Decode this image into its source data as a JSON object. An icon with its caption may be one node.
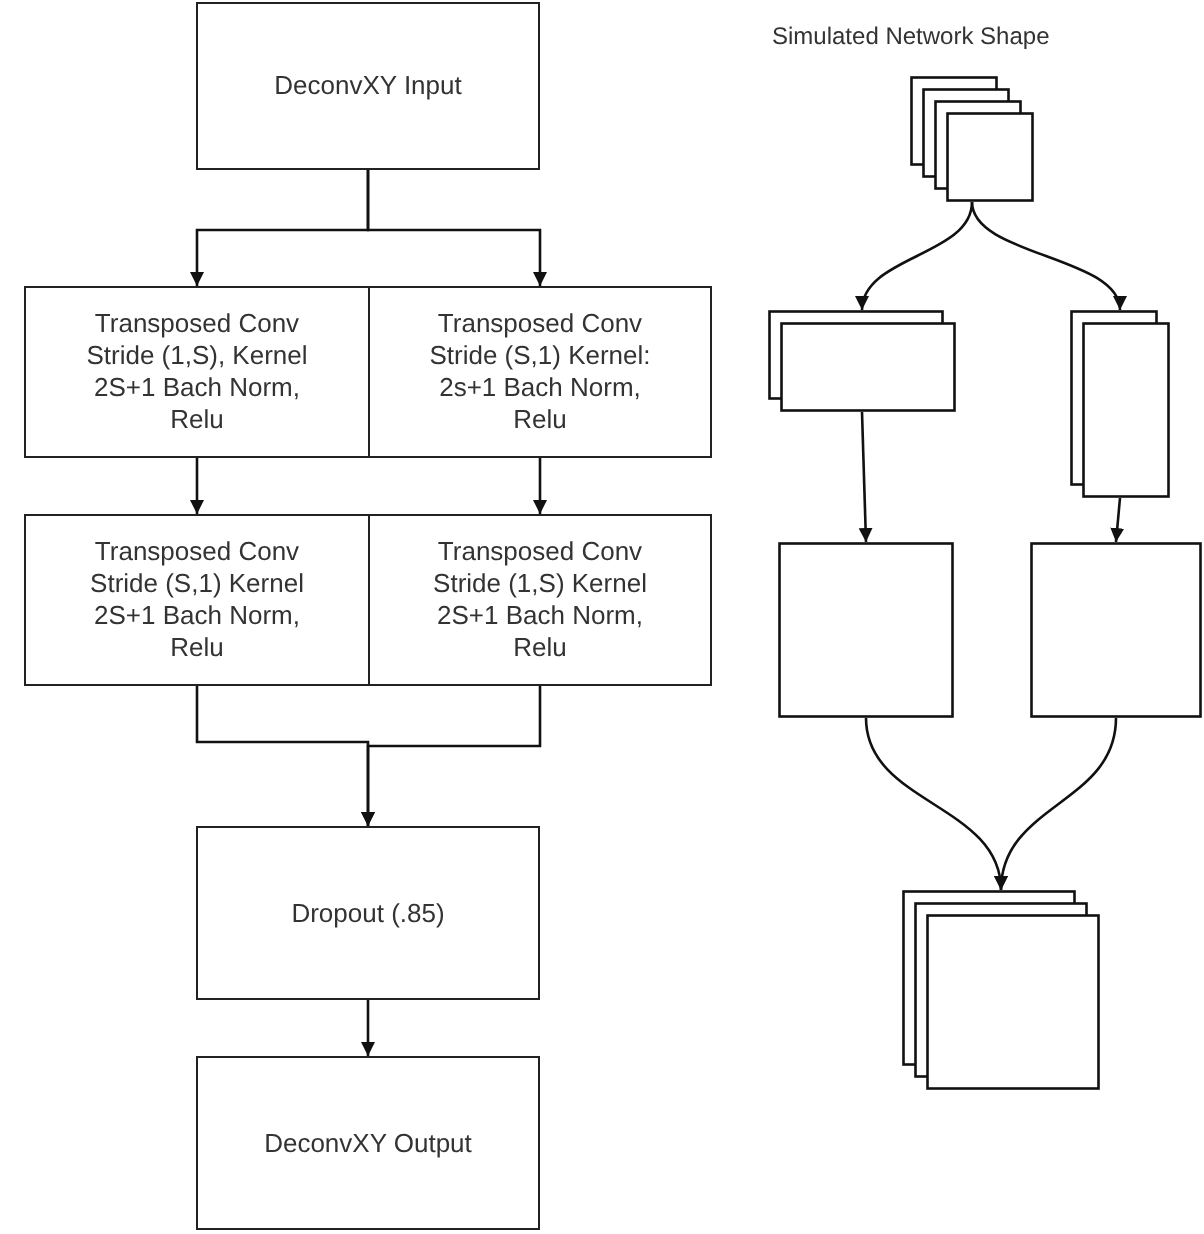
{
  "diagram": {
    "nodes": [
      {
        "text": [
          "DeconvXY Input"
        ]
      },
      {
        "text": [
          "Transposed Conv Stride (1,S), Kernel 2S+1 Bach Norm, Relu"
        ]
      },
      {
        "text": [
          "Transposed Conv Stride (S,1) Kernel: 2s+1 Bach Norm, Relu"
        ]
      },
      {
        "text": [
          "Transposed Conv Stride (S,1) Kernel 2S+1 Bach Norm, Relu"
        ]
      },
      {
        "text": [
          "Transposed Conv Stride (1,S) Kernel 2S+1 Bach Norm, Relu"
        ]
      },
      {
        "text": [
          "Dropout (.85)"
        ]
      },
      {
        "text": [
          "DeconvXY Output"
        ]
      },
      {
        "text": [],
        "shape": "box"
      },
      {
        "text": [],
        "shape": "box"
      },
      {
        "text": [],
        "shape": "box"
      },
      {
        "text": [],
        "shape": "box"
      },
      {
        "text": [],
        "shape": "box"
      },
      {
        "text": [],
        "shape": "box"
      }
    ],
    "edges": [
      {
        "from": 0,
        "to": 1,
        "arrow": "to"
      },
      {
        "from": 0,
        "to": 2,
        "arrow": "to"
      },
      {
        "from": 1,
        "to": 3,
        "arrow": "to"
      },
      {
        "from": 2,
        "to": 4,
        "arrow": "to"
      },
      {
        "from": 3,
        "to": 5,
        "arrow": "to"
      },
      {
        "from": 4,
        "to": 5,
        "arrow": "to"
      },
      {
        "from": 5,
        "to": 6,
        "arrow": "to"
      },
      {
        "from": 7,
        "to": 8,
        "arrow": "to"
      },
      {
        "from": 7,
        "to": 9,
        "arrow": "to"
      },
      {
        "from": 8,
        "to": 10,
        "arrow": "to"
      },
      {
        "from": 9,
        "to": 11,
        "arrow": "to"
      },
      {
        "from": 10,
        "to": 12,
        "arrow": "to"
      },
      {
        "from": 11,
        "to": 12,
        "arrow": "to"
      }
    ],
    "labels": [
      "Simulated Network Shape"
    ]
  }
}
